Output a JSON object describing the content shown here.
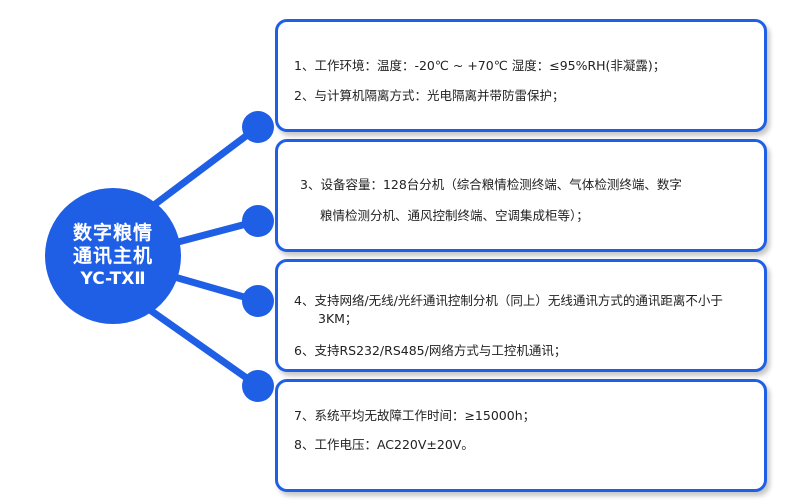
{
  "hub": {
    "line1": "数字粮情",
    "line2": "通讯主机",
    "line3": "YC-TXⅡ",
    "color": "#1f5fe6"
  },
  "boxes": [
    {
      "items": [
        "1、工作环境：温度：-20℃ ~ +70℃    湿度：≤95%RH(非凝露)；",
        "2、与计算机隔离方式：光电隔离并带防雷保护；"
      ]
    },
    {
      "items": [
        "3、设备容量：128台分机（综合粮情检测终端、气体检测终端、数字",
        "粮情检测分机、通风控制终端、空调集成柜等）；"
      ]
    },
    {
      "items": [
        "4、支持网络/无线/光纤通讯控制分机（同上）无线通讯方式的通讯距离不小于",
        "3KM；",
        "6、支持RS232/RS485/网络方式与工控机通讯；"
      ]
    },
    {
      "items": [
        "7、系统平均无故障工作时间：≥15000h；",
        "8、工作电压：AC220V±20V。"
      ]
    }
  ]
}
